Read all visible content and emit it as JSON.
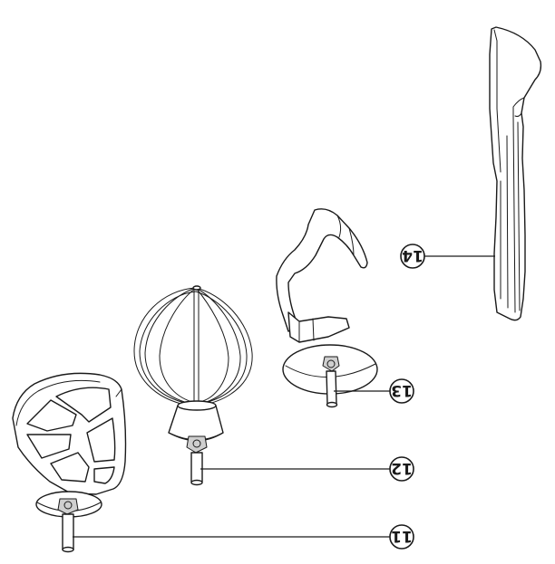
{
  "callouts": [
    {
      "id": "11",
      "label": "11"
    },
    {
      "id": "12",
      "label": "12"
    },
    {
      "id": "13",
      "label": "13"
    },
    {
      "id": "14",
      "label": "14"
    }
  ],
  "parts": [
    {
      "callout": "11",
      "icon": "flat-beater-icon"
    },
    {
      "callout": "12",
      "icon": "wire-whisk-icon"
    },
    {
      "callout": "13",
      "icon": "dough-hook-icon"
    },
    {
      "callout": "14",
      "icon": "spatula-icon"
    }
  ],
  "colors": {
    "line": "#1a1a1a",
    "background": "#ffffff",
    "shade": "#e9e9e9"
  }
}
